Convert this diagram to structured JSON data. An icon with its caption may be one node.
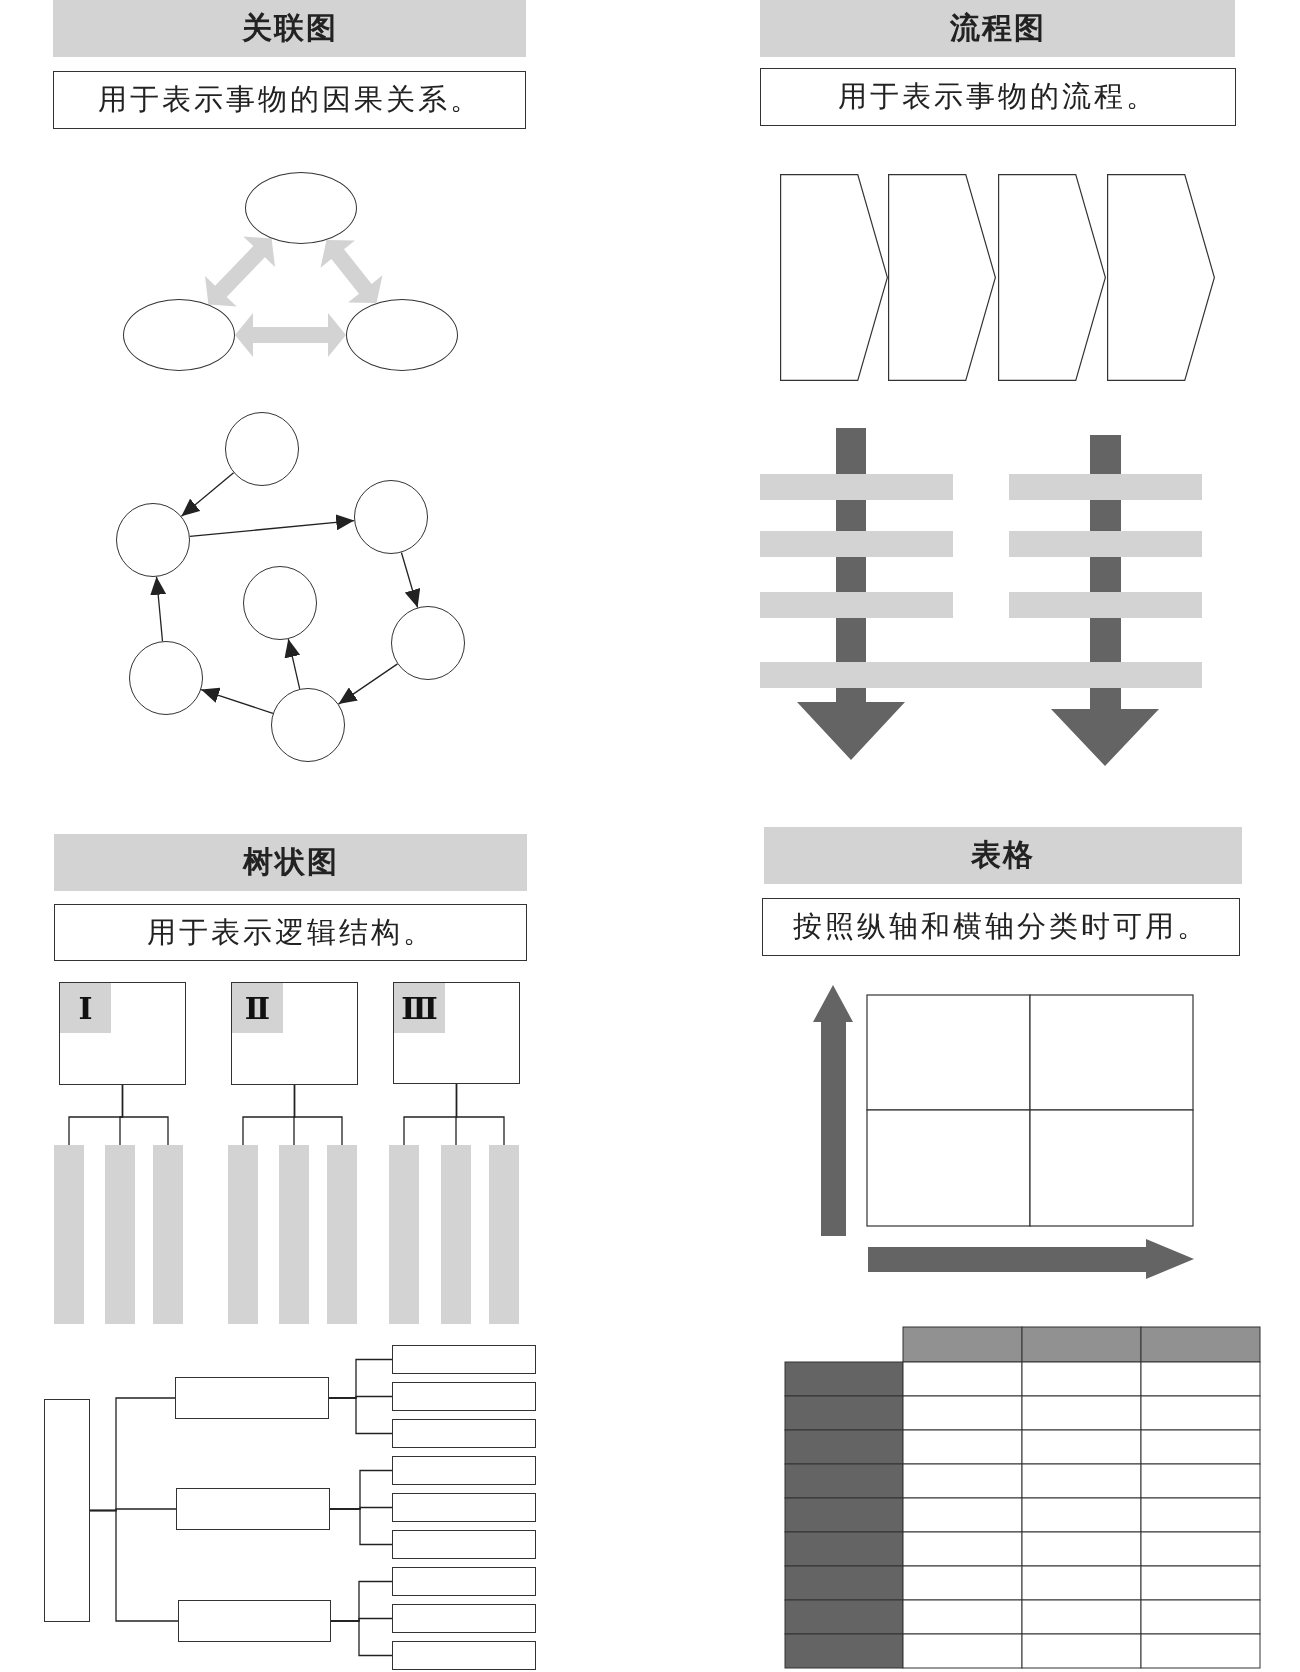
{
  "diagram": {
    "nodes": [
      {
        "text": [
          "关联图"
        ]
      },
      {
        "text": [
          "用于表示事物的因果关系。"
        ]
      },
      {
        "text": [],
        "shape": "ellipse"
      },
      {
        "text": [],
        "shape": "ellipse"
      },
      {
        "text": [],
        "shape": "ellipse"
      },
      {
        "text": [],
        "shape": "circle"
      },
      {
        "text": [],
        "shape": "circle"
      },
      {
        "text": [],
        "shape": "circle"
      },
      {
        "text": [],
        "shape": "circle"
      },
      {
        "text": [],
        "shape": "circle"
      },
      {
        "text": [],
        "shape": "circle"
      },
      {
        "text": [],
        "shape": "circle"
      },
      {
        "text": [
          "流程图"
        ]
      },
      {
        "text": [
          "用于表示事物的流程。"
        ]
      },
      {
        "text": [],
        "shape": "chevron"
      },
      {
        "text": [],
        "shape": "chevron"
      },
      {
        "text": [],
        "shape": "chevron"
      },
      {
        "text": [],
        "shape": "chevron"
      },
      {
        "text": [],
        "shape": "bar"
      },
      {
        "text": [],
        "shape": "bar"
      },
      {
        "text": [],
        "shape": "bar"
      },
      {
        "text": [],
        "shape": "bar"
      },
      {
        "text": [],
        "shape": "bar"
      },
      {
        "text": [],
        "shape": "bar"
      },
      {
        "text": [],
        "shape": "bar"
      },
      {
        "text": [
          "树状图"
        ]
      },
      {
        "text": [
          "用于表示逻辑结构。"
        ]
      },
      {
        "text": [
          "Ⅰ"
        ]
      },
      {
        "text": [
          "Ⅱ"
        ]
      },
      {
        "text": [
          "Ⅲ"
        ]
      },
      {
        "text": [],
        "shape": "bar"
      },
      {
        "text": [],
        "shape": "bar"
      },
      {
        "text": [],
        "shape": "bar"
      },
      {
        "text": [],
        "shape": "bar"
      },
      {
        "text": [],
        "shape": "bar"
      },
      {
        "text": [],
        "shape": "bar"
      },
      {
        "text": [],
        "shape": "bar"
      },
      {
        "text": [],
        "shape": "bar"
      },
      {
        "text": [],
        "shape": "bar"
      },
      {
        "text": [],
        "shape": "box"
      },
      {
        "text": [],
        "shape": "box"
      },
      {
        "text": [],
        "shape": "box"
      },
      {
        "text": [],
        "shape": "box"
      },
      {
        "text": [],
        "shape": "box"
      },
      {
        "text": [],
        "shape": "box"
      },
      {
        "text": [],
        "shape": "box"
      },
      {
        "text": [],
        "shape": "box"
      },
      {
        "text": [],
        "shape": "box"
      },
      {
        "text": [],
        "shape": "box"
      },
      {
        "text": [],
        "shape": "box"
      },
      {
        "text": [],
        "shape": "box"
      },
      {
        "text": [],
        "shape": "box"
      },
      {
        "text": [
          "表格"
        ]
      },
      {
        "text": [
          "按照纵轴和横轴分类时可用。"
        ]
      }
    ],
    "edges": [
      {
        "from": 2,
        "to": 3,
        "arrow": "both",
        "style": "thick",
        "color": "#d3d3d3"
      },
      {
        "from": 2,
        "to": 4,
        "arrow": "both",
        "style": "thick",
        "color": "#d3d3d3"
      },
      {
        "from": 3,
        "to": 4,
        "arrow": "both",
        "style": "thick",
        "color": "#d3d3d3"
      },
      {
        "from": 5,
        "to": 7,
        "arrow": "to"
      },
      {
        "from": 7,
        "to": 6,
        "arrow": "to"
      },
      {
        "from": 6,
        "to": 9,
        "arrow": "to"
      },
      {
        "from": 9,
        "to": 11,
        "arrow": "to"
      },
      {
        "from": 11,
        "to": 10,
        "arrow": "to"
      },
      {
        "from": 10,
        "to": 7,
        "arrow": "to"
      },
      {
        "from": 11,
        "to": 8,
        "arrow": "to"
      },
      {
        "from": 27,
        "to": 30,
        "arrow": "none"
      },
      {
        "from": 27,
        "to": 31,
        "arrow": "none"
      },
      {
        "from": 27,
        "to": 32,
        "arrow": "none"
      },
      {
        "from": 28,
        "to": 33,
        "arrow": "none"
      },
      {
        "from": 28,
        "to": 34,
        "arrow": "none"
      },
      {
        "from": 28,
        "to": 35,
        "arrow": "none"
      },
      {
        "from": 29,
        "to": 36,
        "arrow": "none"
      },
      {
        "from": 29,
        "to": 37,
        "arrow": "none"
      },
      {
        "from": 29,
        "to": 38,
        "arrow": "none"
      },
      {
        "from": 39,
        "to": 40,
        "arrow": "none"
      },
      {
        "from": 39,
        "to": 41,
        "arrow": "none"
      },
      {
        "from": 39,
        "to": 42,
        "arrow": "none"
      },
      {
        "from": 40,
        "to": 43,
        "arrow": "none"
      },
      {
        "from": 40,
        "to": 44,
        "arrow": "none"
      },
      {
        "from": 40,
        "to": 45,
        "arrow": "none"
      },
      {
        "from": 41,
        "to": 46,
        "arrow": "none"
      },
      {
        "from": 41,
        "to": 47,
        "arrow": "none"
      },
      {
        "from": 41,
        "to": 48,
        "arrow": "none"
      },
      {
        "from": 42,
        "to": 49,
        "arrow": "none"
      },
      {
        "from": 42,
        "to": 50,
        "arrow": "none"
      },
      {
        "from": 42,
        "to": 51,
        "arrow": "none"
      }
    ]
  }
}
